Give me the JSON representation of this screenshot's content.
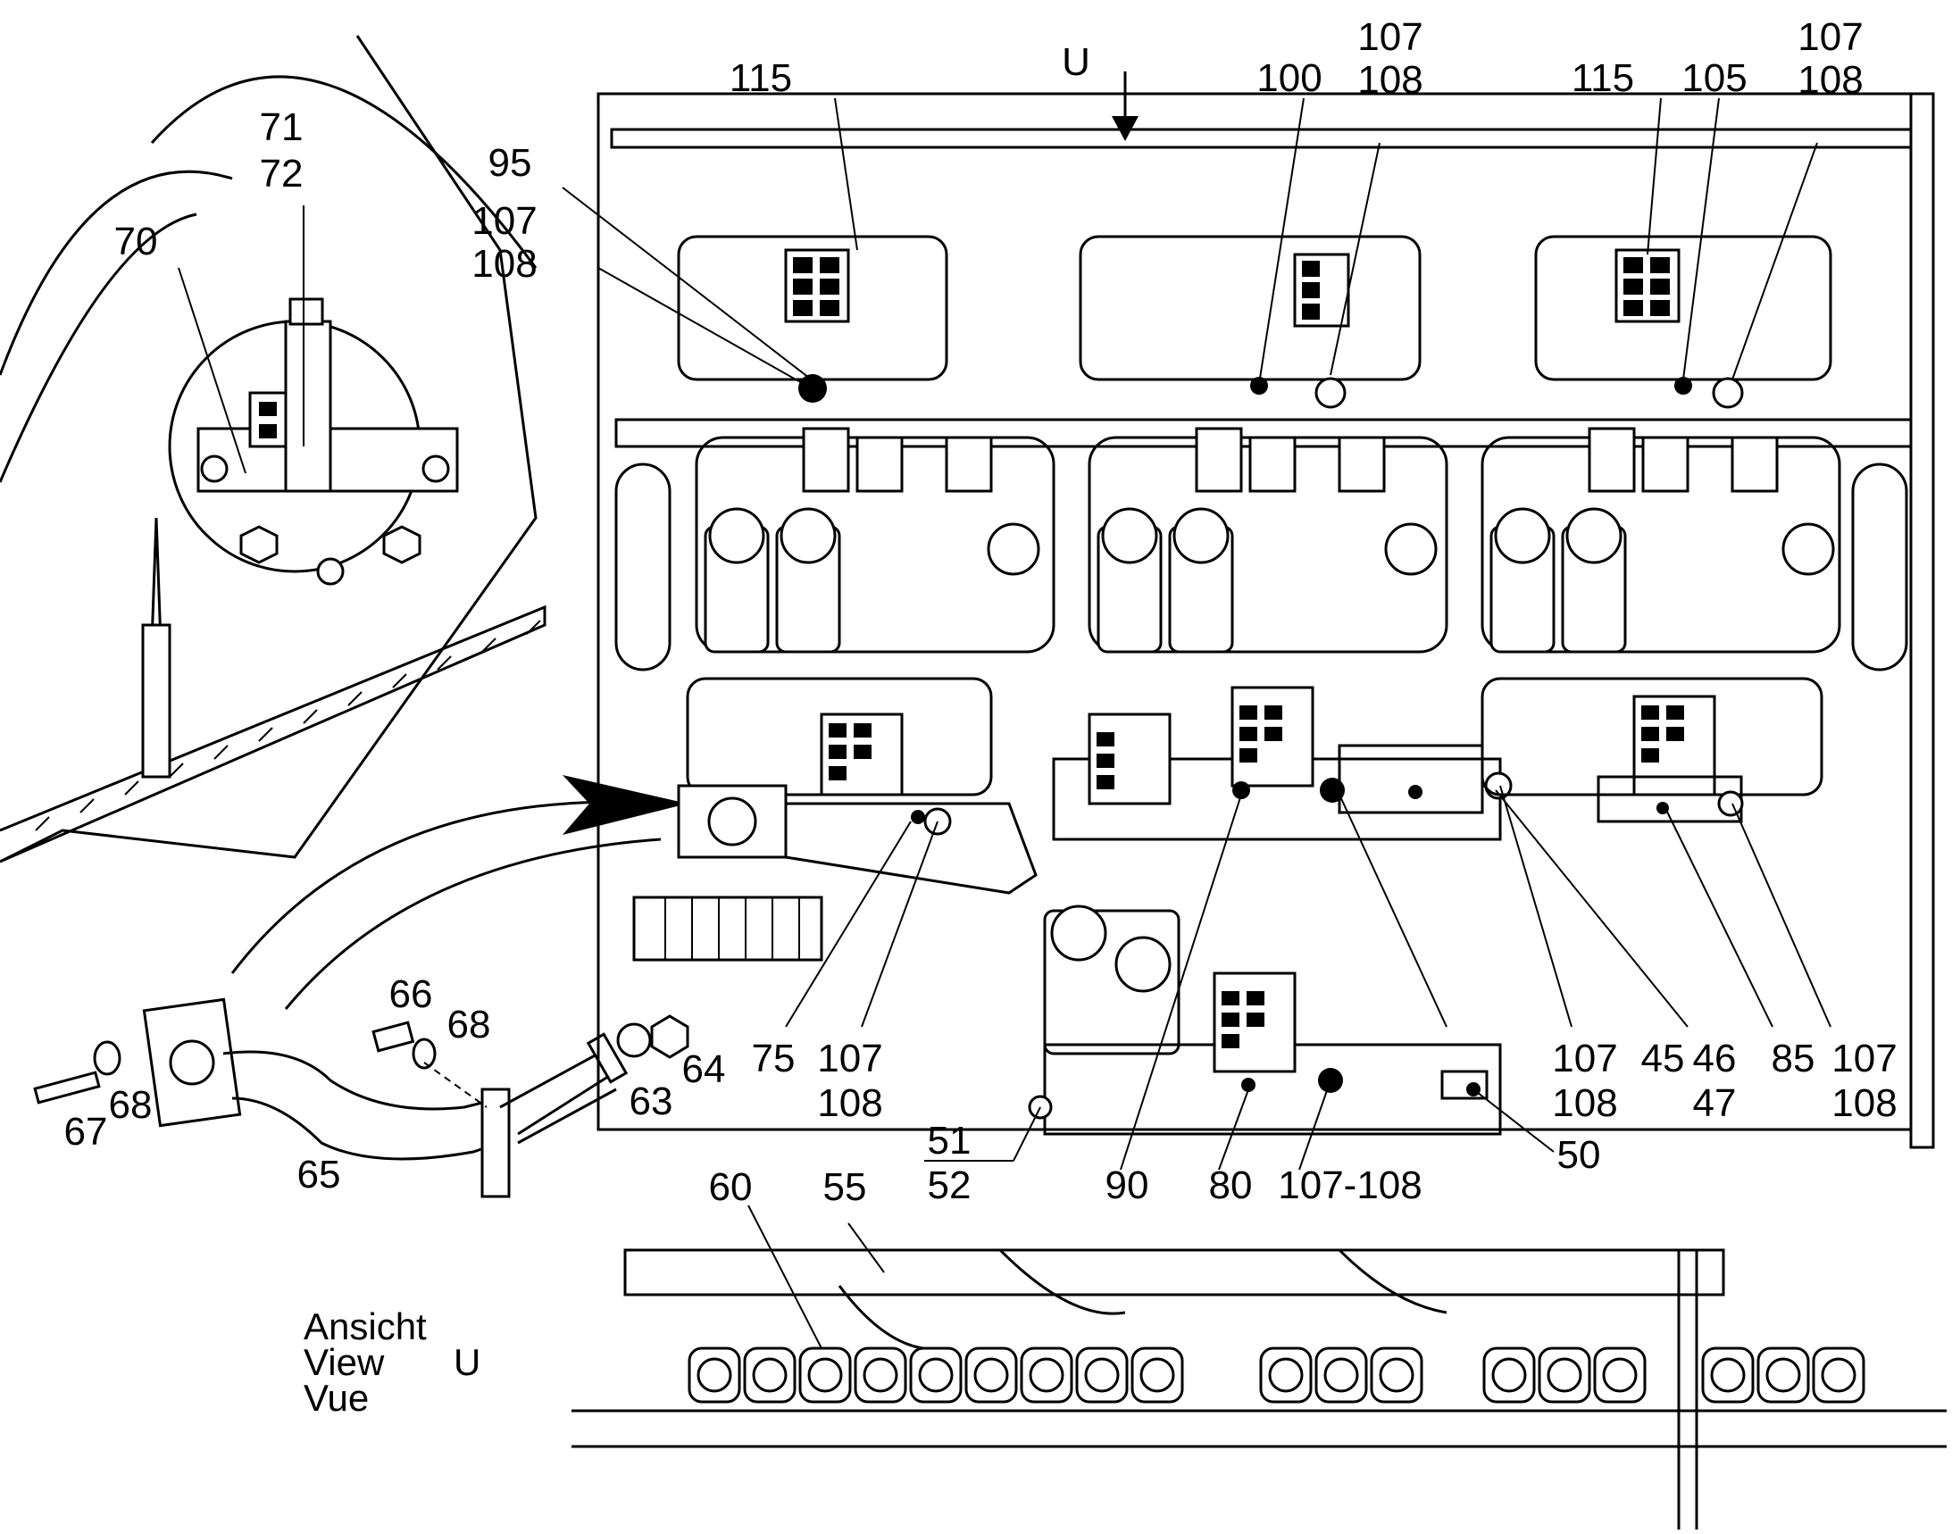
{
  "view_marker": {
    "letter": "U"
  },
  "view_caption": {
    "de": "Ansicht",
    "en": "View",
    "fr": "Vue",
    "letter": "U"
  },
  "callouts": [
    {
      "id": "c115a",
      "lines": [
        "115"
      ]
    },
    {
      "id": "c100",
      "lines": [
        "100"
      ]
    },
    {
      "id": "c107a",
      "lines": [
        "107",
        "108"
      ]
    },
    {
      "id": "c115b",
      "lines": [
        "115"
      ]
    },
    {
      "id": "c105",
      "lines": [
        "105"
      ]
    },
    {
      "id": "c107b",
      "lines": [
        "107",
        "108"
      ]
    },
    {
      "id": "c95",
      "lines": [
        "95"
      ]
    },
    {
      "id": "c107c",
      "lines": [
        "107",
        "108"
      ]
    },
    {
      "id": "c71",
      "lines": [
        "71",
        "72"
      ]
    },
    {
      "id": "c70",
      "lines": [
        "70"
      ]
    },
    {
      "id": "c66",
      "lines": [
        "66"
      ]
    },
    {
      "id": "c68a",
      "lines": [
        "68"
      ]
    },
    {
      "id": "c64",
      "lines": [
        "64"
      ]
    },
    {
      "id": "c63",
      "lines": [
        "63"
      ]
    },
    {
      "id": "c68b",
      "lines": [
        "68"
      ]
    },
    {
      "id": "c67",
      "lines": [
        "67"
      ]
    },
    {
      "id": "c65",
      "lines": [
        "65"
      ]
    },
    {
      "id": "c75",
      "lines": [
        "75"
      ]
    },
    {
      "id": "c107d",
      "lines": [
        "107",
        "108"
      ]
    },
    {
      "id": "c107e",
      "lines": [
        "107",
        "108"
      ]
    },
    {
      "id": "c45",
      "lines": [
        "45"
      ]
    },
    {
      "id": "c46",
      "lines": [
        "46",
        "47"
      ]
    },
    {
      "id": "c85",
      "lines": [
        "85"
      ]
    },
    {
      "id": "c107f",
      "lines": [
        "107",
        "108"
      ]
    },
    {
      "id": "c51",
      "lines": [
        "51",
        "52"
      ]
    },
    {
      "id": "c90",
      "lines": [
        "90"
      ]
    },
    {
      "id": "c80",
      "lines": [
        "80"
      ]
    },
    {
      "id": "c107g",
      "lines": [
        "107-108"
      ]
    },
    {
      "id": "c50",
      "lines": [
        "50"
      ]
    },
    {
      "id": "c60",
      "lines": [
        "60"
      ]
    },
    {
      "id": "c55",
      "lines": [
        "55"
      ]
    }
  ]
}
